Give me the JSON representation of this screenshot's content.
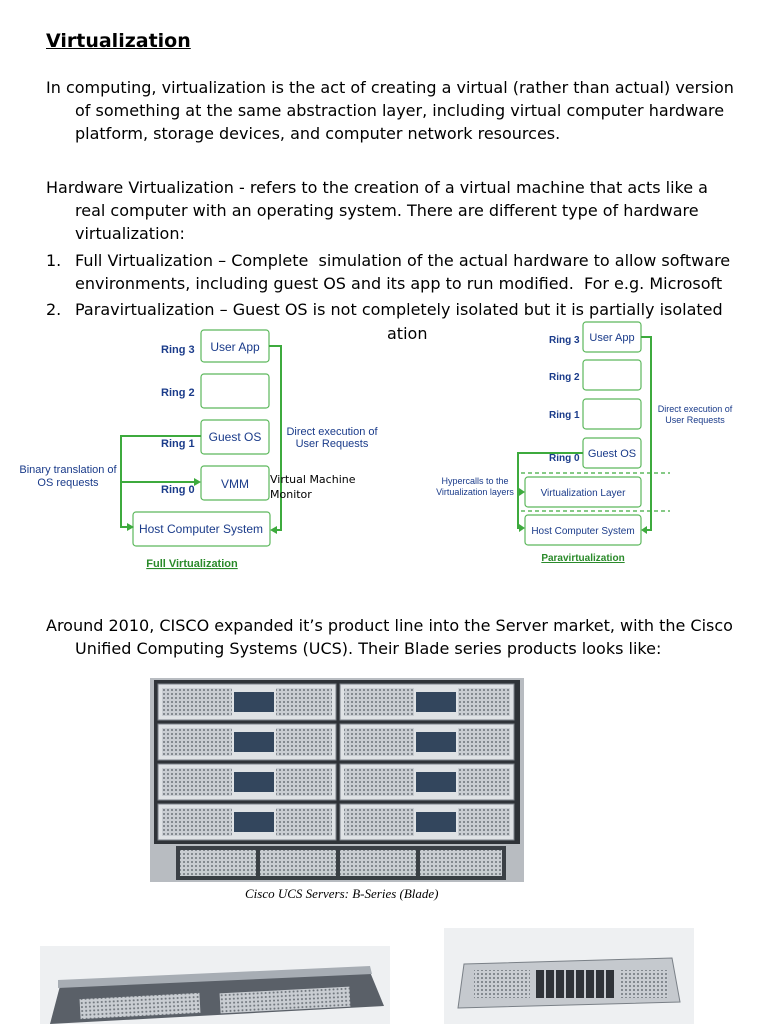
{
  "title": "Virtualization",
  "intro": {
    "first": "In computing, virtualization is the act of creating a virtual (rather than actual) version",
    "rest": "of something at the same abstraction layer, including virtual computer hardware platform, storage devices, and computer network resources."
  },
  "hw": {
    "first": "Hardware Virtualization  - refers to the creation of a virtual machine that acts like a",
    "rest": "real computer with an operating system. There are different type of hardware virtualization:"
  },
  "list": [
    {
      "num": "1.",
      "text": "Full Virtualization – Complete  simulation of the actual hardware to allow software\nenvironments, including guest OS and its app to run modified.  For e.g. Microsoft"
    },
    {
      "num": "2.",
      "text": "Paravirtualization – Guest OS is not completely isolated but it is partially isolated"
    }
  ],
  "overflow_fragment": "ation",
  "full_diagram": {
    "rings": [
      "Ring 3",
      "Ring 2",
      "Ring 1",
      "Ring 0"
    ],
    "user_app": "User App",
    "guest_os": "Guest OS",
    "vmm": "VMM",
    "host": "Host Computer System",
    "direct_exec_1": "Direct execution of",
    "direct_exec_2": "User Requests",
    "binary_1": "Binary translation of",
    "binary_2": "OS requests",
    "caption": "Full Virtualization",
    "vmm_note": "Virtual Machine Monitor"
  },
  "para_diagram": {
    "rings": [
      "Ring 3",
      "Ring 2",
      "Ring 1",
      "Ring 0"
    ],
    "user_app": "User App",
    "guest_os": "Guest OS",
    "virt_layer": "Virtualization Layer",
    "host": "Host Computer System",
    "direct_exec_1": "Direct execution of",
    "direct_exec_2": "User Requests",
    "hypercalls_1": "Hypercalls to the",
    "hypercalls_2": "Virtualization layers",
    "caption": "Paravirtualization"
  },
  "cisco": {
    "first": "Around 2010, CISCO expanded it’s product line into the Server market, with the Cisco",
    "rest": "Unified Computing Systems (UCS). Their Blade series products looks like:"
  },
  "photo_caption": "Cisco UCS Servers: B-Series (Blade)"
}
